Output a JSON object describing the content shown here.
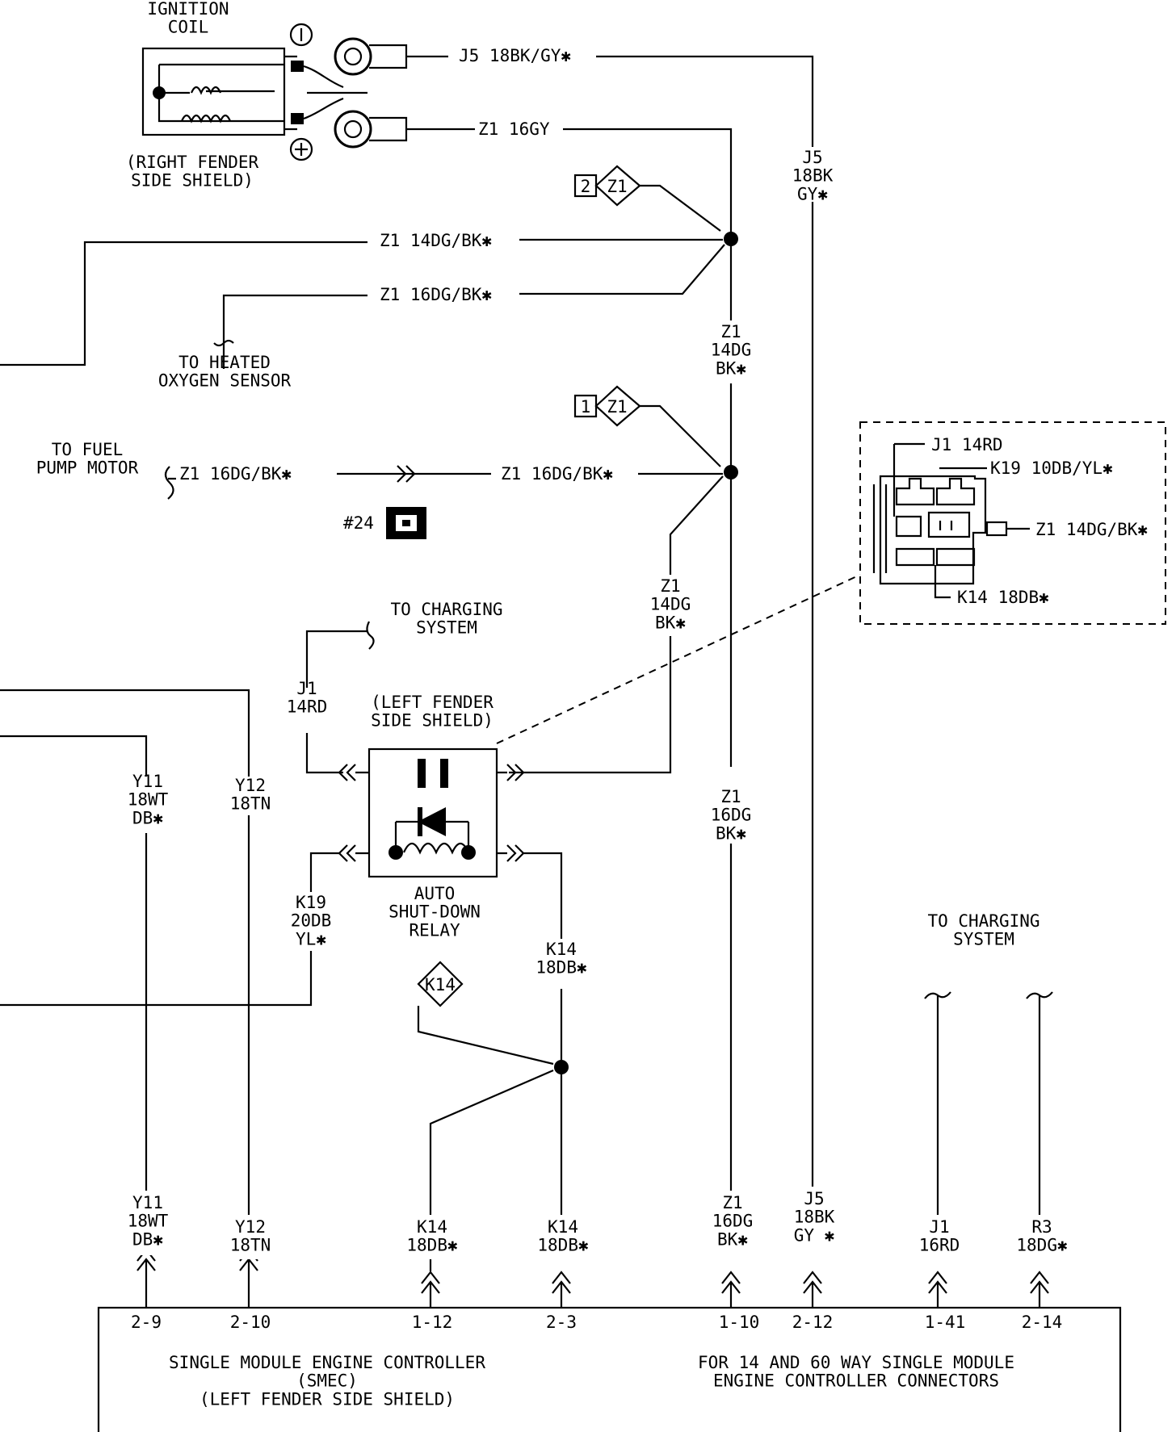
{
  "components": {
    "ignition_coil": {
      "name": "IGNITION\nCOIL",
      "location": "(RIGHT FENDER\nSIDE SHIELD)"
    },
    "relay": {
      "name": "AUTO\nSHUT-DOWN\nRELAY",
      "location": "(LEFT FENDER\nSIDE SHIELD)"
    },
    "heated_o2": "TO HEATED\nOXYGEN SENSOR",
    "fuel_pump": "TO FUEL\nPUMP MOTOR",
    "charging_1": "TO CHARGING\nSYSTEM",
    "charging_2": "TO CHARGING\nSYSTEM",
    "connector_24": "#24",
    "controller": {
      "name": "SINGLE MODULE ENGINE CONTROLLER\n(SMEC)\n(LEFT FENDER SIDE SHIELD)",
      "note": "FOR 14 AND 60 WAY SINGLE MODULE\nENGINE CONTROLLER CONNECTORS"
    }
  },
  "splices": {
    "s2": {
      "num": "2",
      "code": "Z1"
    },
    "s1": {
      "num": "1",
      "code": "Z1"
    },
    "k14": "K14"
  },
  "wires": {
    "j5_top": "J5 18BK/GY✱",
    "z1_16gy": "Z1 16GY",
    "j5_vert": "J5\n18BK\nGY✱",
    "z1_14dg_h": "Z1 14DG/BK✱",
    "z1_16dg_h": "Z1 16DG/BK✱",
    "z1_14dg_v1": "Z1\n14DG\nBK✱",
    "fuel_left": "Z1 16DG/BK✱",
    "fuel_right": "Z1 16DG/BK✱",
    "z1_14dg_v2": "Z1\n14DG\nBK✱",
    "j1": "J1\n14RD",
    "y11": "Y11\n18WT\nDB✱",
    "y12": "Y12\n18TN",
    "k19": "K19\n20DB\nYL✱",
    "k14": "K14\n18DB✱",
    "z1_16dg_v": "Z1\n16DG\nBK✱"
  },
  "inset": {
    "j1": "J1 14RD",
    "k19": "K19 10DB/YL✱",
    "z1": "Z1 14DG/BK✱",
    "k14": "K14 18DB✱"
  },
  "pins": [
    {
      "wire": "Y11\n18WT\nDB✱",
      "pin": "2-9"
    },
    {
      "wire": "Y12\n18TN",
      "pin": "2-10"
    },
    {
      "wire": "K14\n18DB✱",
      "pin": "1-12"
    },
    {
      "wire": "K14\n18DB✱",
      "pin": "2-3"
    },
    {
      "wire": "Z1\n16DG\nBK✱",
      "pin": "1-10"
    },
    {
      "wire": "J5\n18BK\nGY ✱",
      "pin": "2-12"
    },
    {
      "wire": "J1\n16RD",
      "pin": "1-41"
    },
    {
      "wire": "R3\n18DG✱",
      "pin": "2-14"
    }
  ]
}
